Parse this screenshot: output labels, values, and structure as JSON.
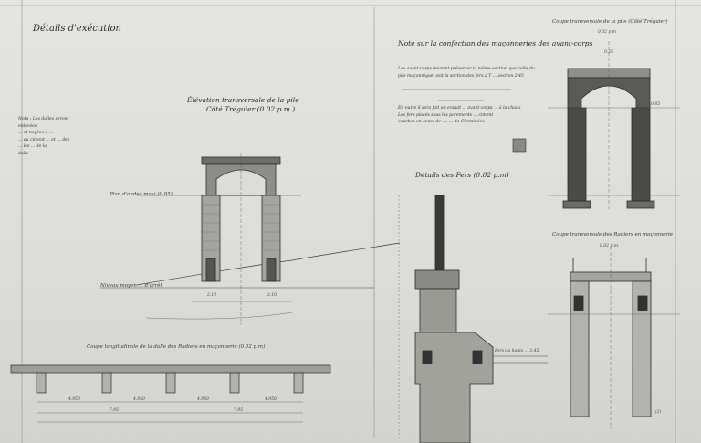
{
  "sheet": {
    "heading": "Détails d'exécution",
    "note_title": "Note sur la confection des maçonneries des avant-corps",
    "note_lines": [
      "Les avant-corps devront présenter la même section que celle du",
      "pile maçonnique, soit la section des fers à T ... section 2.45",
      "En outre il sera fait un enduit ... avant-corps ... à la chaux",
      "Les fers placés sous les parements ... ciment",
      "courbes en cours de .... ... de Cheminées"
    ],
    "side_note_lines": [
      "Nota : Les dalles seront enlevées",
      "... et noyées à ...",
      "... au ciment ... et ... des",
      "... les ... de la",
      "dalle"
    ],
    "elevation_title_1": "Élévation transversale de la pile",
    "elevation_title_2": "Côté Tréguier (0.02 p.m.)",
    "rail_label": "Plan d'ondes maxi (0.85)",
    "ground_label": "Niveau moyen ... d'arrêt",
    "detail_title": "Détails des Fers (0.02 p.m)",
    "detail_side_label": "Fers du hauts ... 2.45",
    "long_section_title": "Coupe longitudinale de la dalle des Radiers en maçonnerie (0.02 p.m)",
    "coupe_pile_title": "Coupe transversale de la pile (Côté Tréguier)",
    "coupe_pile_scale": "0.02 p.m",
    "coupe_radier_title": "Coupe transversale des Radiers en maçonnerie",
    "coupe_radier_scale": "0.02 p.m",
    "dims": {
      "elev_a": "2.10",
      "elev_b": "2.10",
      "long_1": "4.950",
      "long_2": "4.950",
      "long_3": "4.950",
      "long_4": "4.950",
      "long_total_1": "7.95",
      "long_total_2": "7.95",
      "pile_top": "0.25",
      "pile_mid": "0.85",
      "sheet_no": "(2)"
    }
  }
}
